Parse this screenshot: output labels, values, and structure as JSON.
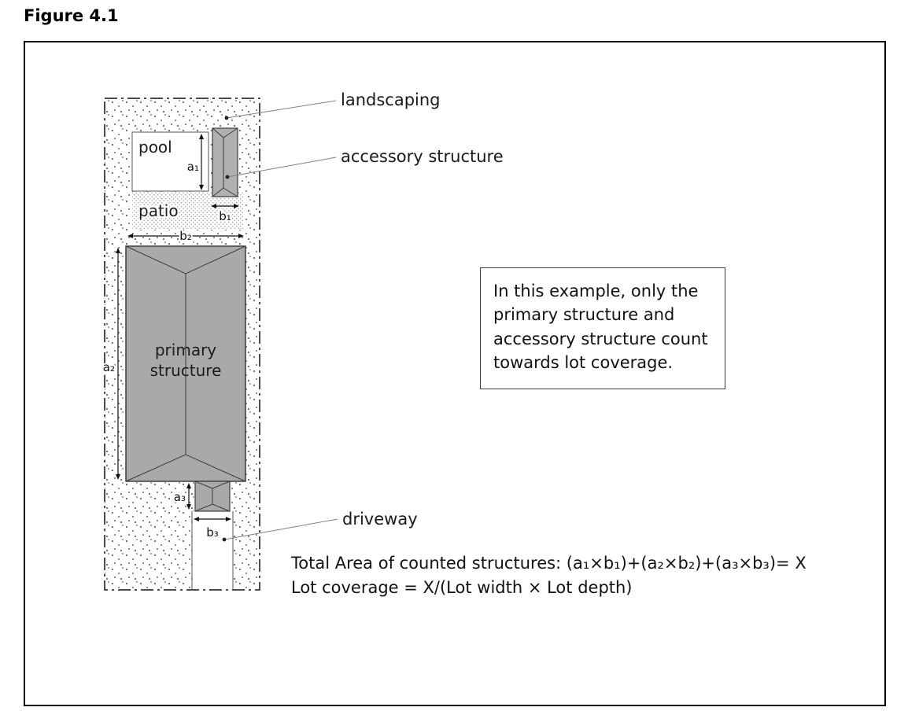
{
  "figure": {
    "title": "Figure 4.1"
  },
  "labels": {
    "landscaping": "landscaping",
    "accessory": "accessory structure",
    "driveway": "driveway",
    "pool": "pool",
    "patio": "patio",
    "primary_line1": "primary",
    "primary_line2": "structure"
  },
  "dims": {
    "a1": "a₁",
    "b1": "b₁",
    "a2": "a₂",
    "b2": "b₂",
    "a3": "a₃",
    "b3": "b₃"
  },
  "note": {
    "text": "In this example, only the primary structure and accessory structure count towards lot coverage."
  },
  "formulas": {
    "line1": "Total Area of counted structures: (a₁×b₁)+(a₂×b₂)+(a₃×b₃)= X",
    "line2": "Lot coverage = X/(Lot width × Lot depth)"
  },
  "colors": {
    "structure_fill": "#a9a9a9",
    "accessory_fill": "#b0b0b0",
    "outline": "#3c3c3c",
    "line": "#111111",
    "leader": "#808080"
  }
}
